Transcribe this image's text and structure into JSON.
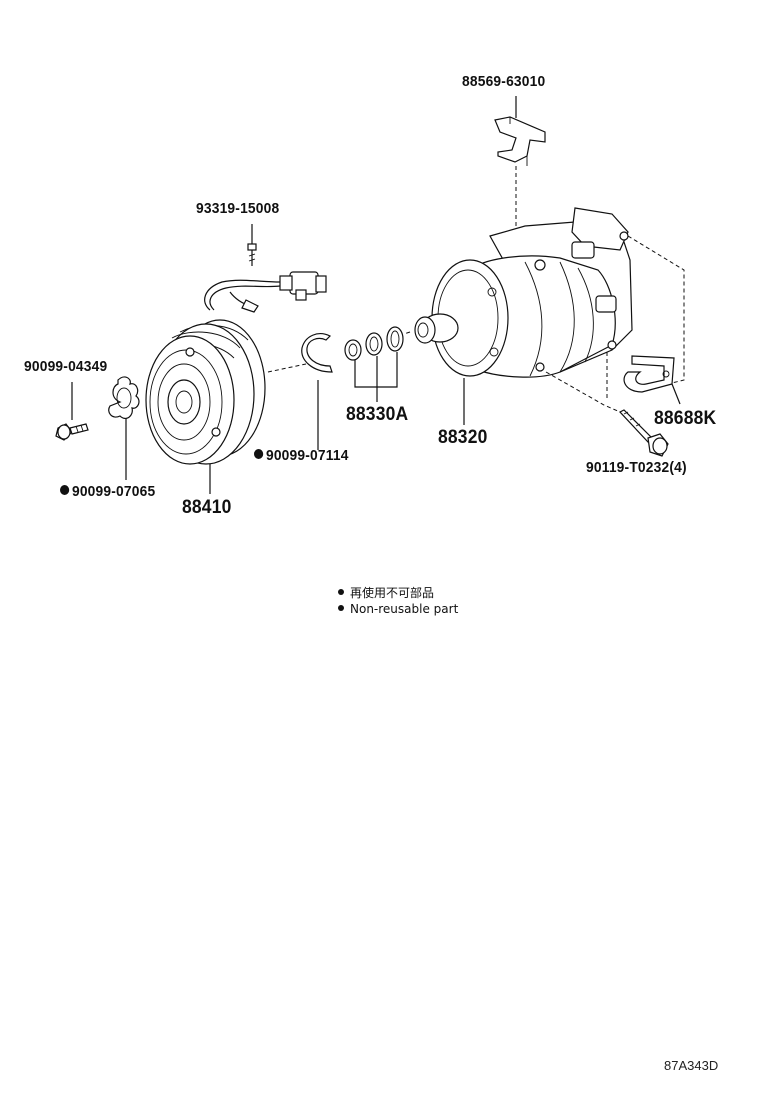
{
  "parts": {
    "bracket_top": "88569-63010",
    "screw": "93319-15008",
    "bolt_left": "90099-04349",
    "gasket": "90099-07065",
    "clutch": "88410",
    "snap_ring": "90099-07114",
    "shims": "88330A",
    "compressor": "88320",
    "clip": "88688K",
    "bolt_right": "90119-T0232(4)"
  },
  "legend": {
    "ja": "再使用不可部品",
    "en": "Non-reusable part"
  },
  "figure_code": "87A343D",
  "icons": {
    "non_reusable_marker": "filled-circle"
  }
}
